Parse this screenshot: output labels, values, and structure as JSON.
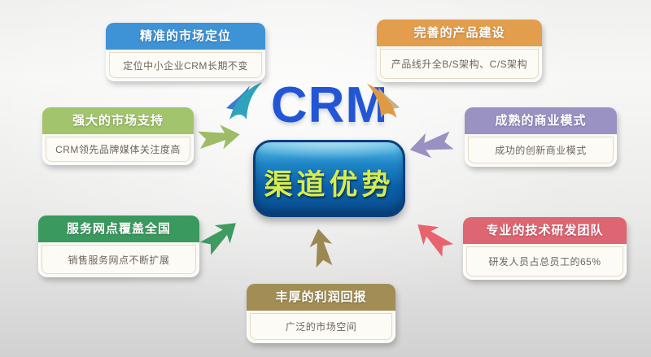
{
  "page": {
    "background_top": "#f0f0ef",
    "background_bottom": "#d2d1d1"
  },
  "center": {
    "logo_text": "CRM",
    "logo_color": "#2356d4",
    "badge_text": "渠道优势",
    "badge_text_color": "#d7ec4e",
    "badge_bg_color": "#0b60a8",
    "badge_border_color": "#0a3e7e",
    "swoosh_left_color": "#2fa3bc",
    "swoosh_left_accent": "#3a7cd0",
    "swoosh_right_color": "#e09a44",
    "swoosh_right_accent": "#c8b089"
  },
  "boxes": [
    {
      "position": "top-left",
      "title": "精准的市场定位",
      "body": "定位中小企业CRM长期不变",
      "color": "#3e93d6"
    },
    {
      "position": "top-right",
      "title": "完善的产品建设",
      "body": "产品线升全B/S架构、C/S架构",
      "color": "#e29d4d"
    },
    {
      "position": "mid-left",
      "title": "强大的市场支持",
      "body": "CRM领先品牌媒体关注度高",
      "color": "#a2c46c"
    },
    {
      "position": "mid-right",
      "title": "成熟的商业模式",
      "body": "成功的创新商业模式",
      "color": "#9b92c4"
    },
    {
      "position": "bottom-left",
      "title": "服务网点覆盖全国",
      "body": "销售服务网点不断扩展",
      "color": "#3a9a5e"
    },
    {
      "position": "bottom-right",
      "title": "专业的技术研发团队",
      "body": "研发人员占总员工的65%",
      "color": "#dd6672"
    },
    {
      "position": "bottom-center",
      "title": "丰厚的利润回报",
      "body": "广泛的市场空间",
      "color": "#a28e55"
    }
  ],
  "arrows": [
    {
      "from": "mid-left",
      "direction": "right",
      "color": "#9cbd66"
    },
    {
      "from": "mid-right",
      "direction": "left",
      "color": "#9a91c2"
    },
    {
      "from": "bottom-left",
      "direction": "up-right",
      "color": "#3f9b61"
    },
    {
      "from": "bottom-right",
      "direction": "up-left",
      "color": "#e8636d"
    },
    {
      "from": "bottom-center",
      "direction": "up",
      "color": "#9c8852"
    }
  ]
}
